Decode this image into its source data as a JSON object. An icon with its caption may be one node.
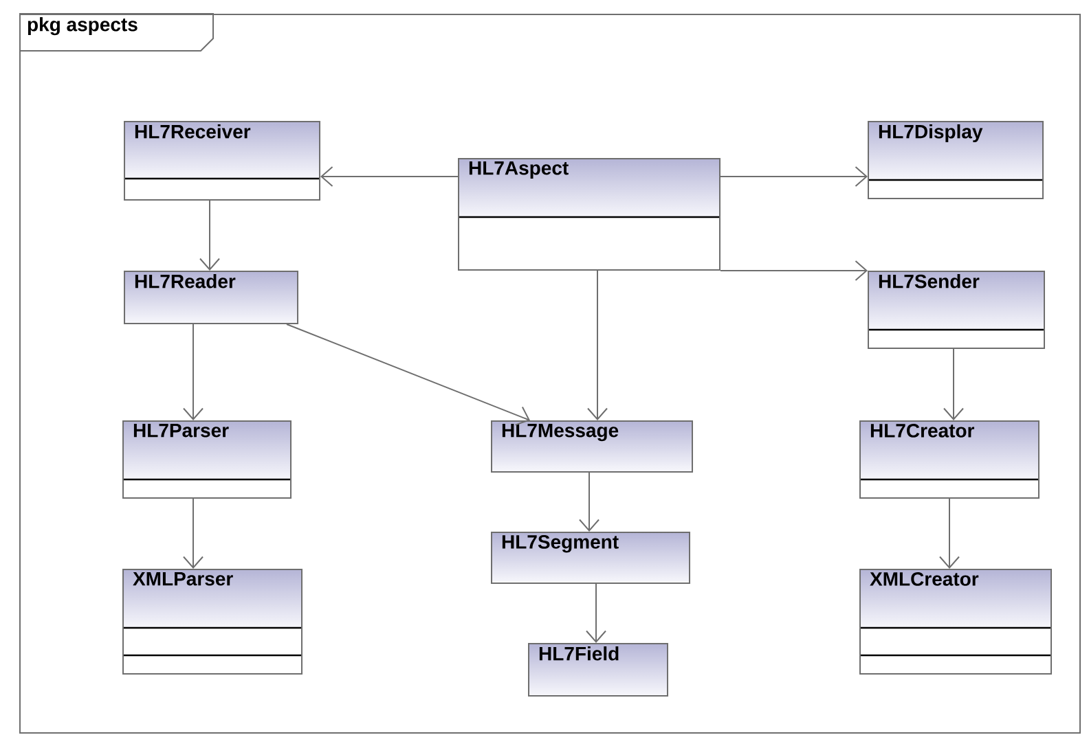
{
  "diagram": {
    "nodes": [
      {
        "text": [
          "pkg aspects"
        ]
      },
      {
        "text": [
          "HL7Receiver"
        ],
        "in": 0
      },
      {
        "text": [
          "HL7Aspect"
        ],
        "in": 0
      },
      {
        "text": [
          "HL7Display"
        ],
        "in": 0
      },
      {
        "text": [
          "HL7Reader"
        ],
        "in": 0
      },
      {
        "text": [
          "HL7Sender"
        ],
        "in": 0
      },
      {
        "text": [
          "HL7Parser"
        ],
        "in": 0
      },
      {
        "text": [
          "HL7Message"
        ],
        "in": 0
      },
      {
        "text": [
          "HL7Creator"
        ],
        "in": 0
      },
      {
        "text": [
          "XMLParser"
        ],
        "in": 0
      },
      {
        "text": [
          "HL7Segment"
        ],
        "in": 0
      },
      {
        "text": [
          "XMLCreator"
        ],
        "in": 0
      },
      {
        "text": [
          "HL7Field"
        ],
        "in": 0
      }
    ],
    "edges": [
      {
        "from": 2,
        "to": 1,
        "arrow": "to"
      },
      {
        "from": 2,
        "to": 3,
        "arrow": "to"
      },
      {
        "from": 2,
        "to": 5,
        "arrow": "to"
      },
      {
        "from": 2,
        "to": 7,
        "arrow": "to"
      },
      {
        "from": 1,
        "to": 4,
        "arrow": "to"
      },
      {
        "from": 4,
        "to": 7,
        "arrow": "to"
      },
      {
        "from": 4,
        "to": 6,
        "arrow": "to"
      },
      {
        "from": 6,
        "to": 9,
        "arrow": "to"
      },
      {
        "from": 5,
        "to": 8,
        "arrow": "to"
      },
      {
        "from": 8,
        "to": 11,
        "arrow": "to"
      },
      {
        "from": 7,
        "to": 10,
        "arrow": "to"
      },
      {
        "from": 10,
        "to": 12,
        "arrow": "to"
      }
    ]
  }
}
